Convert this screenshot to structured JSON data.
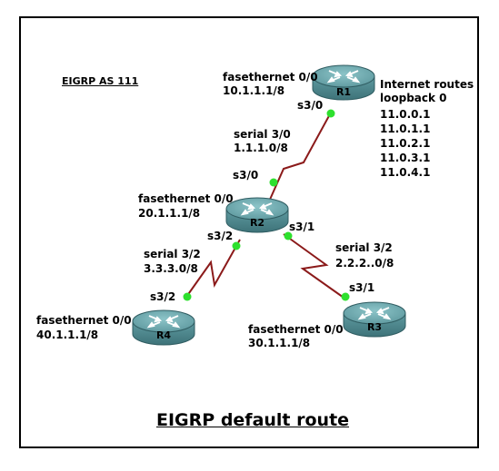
{
  "as_label": "EIGRP AS 111",
  "title": "EIGRP default route",
  "routers": {
    "r1": {
      "name": "R1",
      "fe_label": "fasethernet 0/0",
      "fe_ip": "10.1.1.1/8",
      "serial_port": "s3/0",
      "extra_header": "Internet routes",
      "extra_sub": "loopback 0",
      "loopbacks": [
        "11.0.0.1",
        "11.0.1.1",
        "11.0.2.1",
        "11.0.3.1",
        "11.0.4.1"
      ]
    },
    "r2": {
      "name": "R2",
      "fe_label": "fasethernet 0/0",
      "fe_ip": "20.1.1.1/8",
      "port_to_r1": "s3/0",
      "port_to_r3": "s3/1",
      "port_to_r4": "s3/2"
    },
    "r3": {
      "name": "R3",
      "fe_label": "fasethernet 0/0",
      "fe_ip": "30.1.1.1/8",
      "serial_port": "s3/1"
    },
    "r4": {
      "name": "R4",
      "fe_label": "fasethernet 0/0",
      "fe_ip": "40.1.1.1/8",
      "serial_port": "s3/2"
    }
  },
  "links": {
    "r1_r2": {
      "label": "serial 3/0",
      "subnet": "1.1.1.0/8"
    },
    "r2_r3": {
      "label": "serial 3/2",
      "subnet": "2.2.2..0/8"
    },
    "r2_r4": {
      "label": "serial 3/2",
      "subnet": "3.3.3.0/8"
    }
  },
  "colors": {
    "router_body": "#4e8a90",
    "router_top": "#6ea9ae",
    "link": "#8b1a1a",
    "port_dot": "#2ee02e"
  }
}
